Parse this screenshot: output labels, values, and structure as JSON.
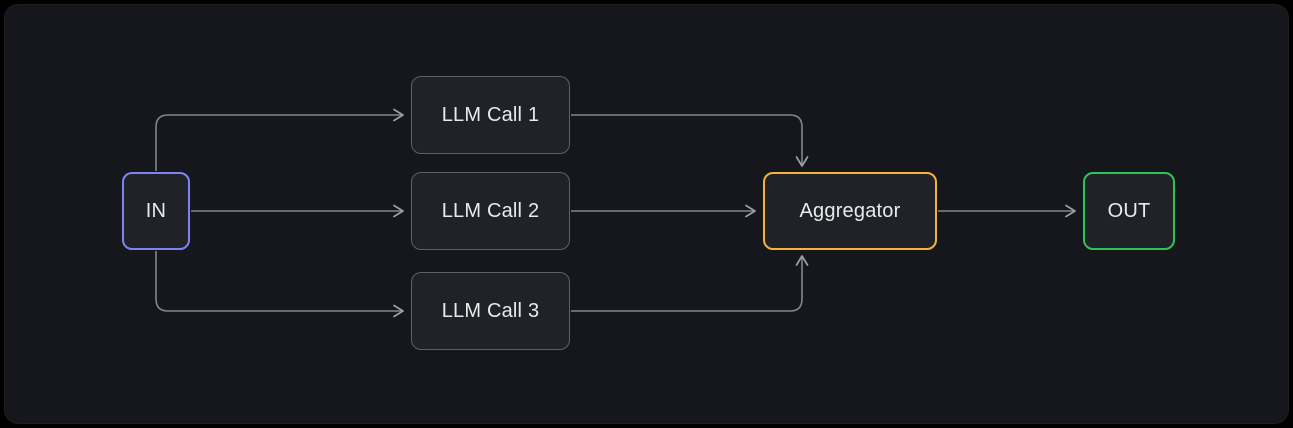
{
  "diagram": {
    "nodes": [
      {
        "id": "in",
        "label": "IN",
        "border_color": "#7d84f2"
      },
      {
        "id": "llm-call-1",
        "label": "LLM Call 1",
        "border_color": "#5c6068"
      },
      {
        "id": "llm-call-2",
        "label": "LLM Call 2",
        "border_color": "#5c6068"
      },
      {
        "id": "llm-call-3",
        "label": "LLM Call 3",
        "border_color": "#5c6068"
      },
      {
        "id": "aggregator",
        "label": "Aggregator",
        "border_color": "#f2b33c"
      },
      {
        "id": "out",
        "label": "OUT",
        "border_color": "#2dc457"
      }
    ],
    "edges": [
      {
        "from": "in",
        "to": "llm-call-1"
      },
      {
        "from": "in",
        "to": "llm-call-2"
      },
      {
        "from": "in",
        "to": "llm-call-3"
      },
      {
        "from": "llm-call-1",
        "to": "aggregator"
      },
      {
        "from": "llm-call-2",
        "to": "aggregator"
      },
      {
        "from": "llm-call-3",
        "to": "aggregator"
      },
      {
        "from": "aggregator",
        "to": "out"
      }
    ],
    "colors": {
      "background": "#000000",
      "panel": "#16171c",
      "node_fill": "#212228",
      "node_border_default": "#5c6068",
      "line": "#82858d",
      "arrowhead": "#9ba0a8",
      "text": "#e9eaec"
    }
  }
}
